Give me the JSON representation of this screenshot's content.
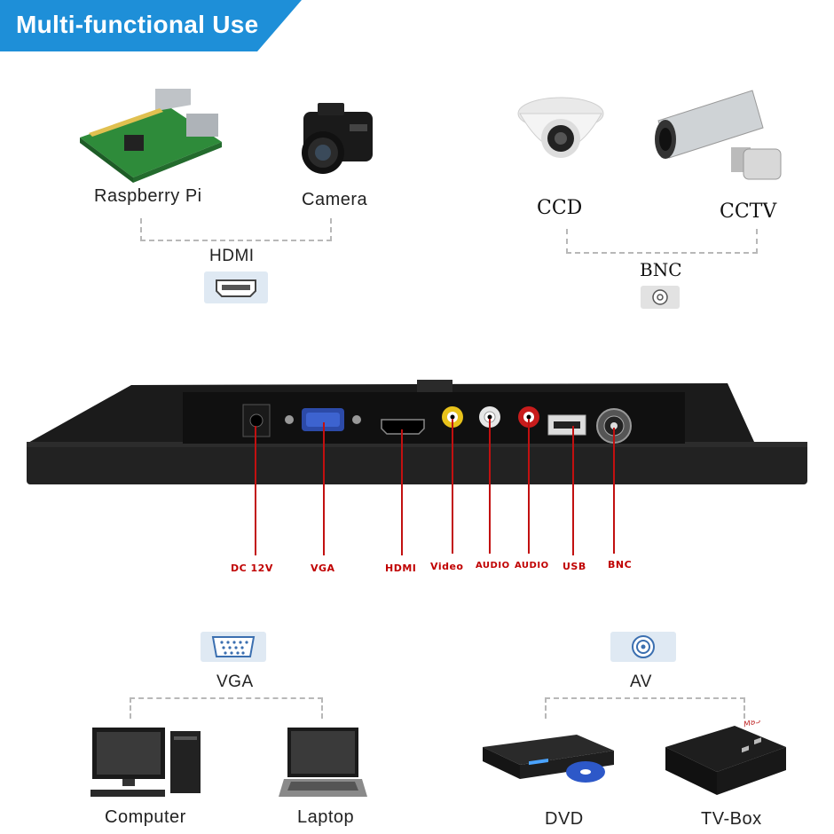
{
  "banner": {
    "title": "Multi-functional Use",
    "color": "#1e8fd8"
  },
  "top_left": {
    "devices": [
      {
        "name": "Raspberry Pi",
        "icon": "raspberry-pi-board-icon"
      },
      {
        "name": "Camera",
        "icon": "camera-icon"
      }
    ],
    "port_label": "HDMI",
    "port_icon": "hdmi-port-icon"
  },
  "top_right": {
    "devices": [
      {
        "name": "CCD",
        "icon": "dome-camera-icon"
      },
      {
        "name": "CCTV",
        "icon": "bullet-camera-icon"
      }
    ],
    "port_label": "BNC",
    "port_icon": "bnc-port-icon"
  },
  "monitor_ports": [
    {
      "label": "DC 12V",
      "icon": "dc-jack-icon"
    },
    {
      "label": "VGA",
      "icon": "vga-port-icon"
    },
    {
      "label": "HDMI",
      "icon": "hdmi-port-icon"
    },
    {
      "label": "Video",
      "icon": "yellow-rca-icon"
    },
    {
      "label": "AUDIO",
      "icon": "white-rca-icon"
    },
    {
      "label": "AUDIO",
      "icon": "red-rca-icon"
    },
    {
      "label": "USB",
      "icon": "usb-port-icon"
    },
    {
      "label": "BNC",
      "icon": "bnc-connector-icon"
    }
  ],
  "bottom_left": {
    "port_label": "VGA",
    "port_icon": "vga-port-icon",
    "devices": [
      {
        "name": "Computer",
        "icon": "desktop-computer-icon"
      },
      {
        "name": "Laptop",
        "icon": "laptop-icon"
      }
    ]
  },
  "bottom_right": {
    "port_label": "AV",
    "port_icon": "av-port-icon",
    "devices": [
      {
        "name": "DVD",
        "icon": "dvd-player-icon"
      },
      {
        "name": "TV-Box",
        "icon": "tv-box-icon"
      }
    ]
  },
  "colors": {
    "accent": "#1e8fd8",
    "port_red": "#c00000",
    "port_box": "#dfe9f3"
  }
}
